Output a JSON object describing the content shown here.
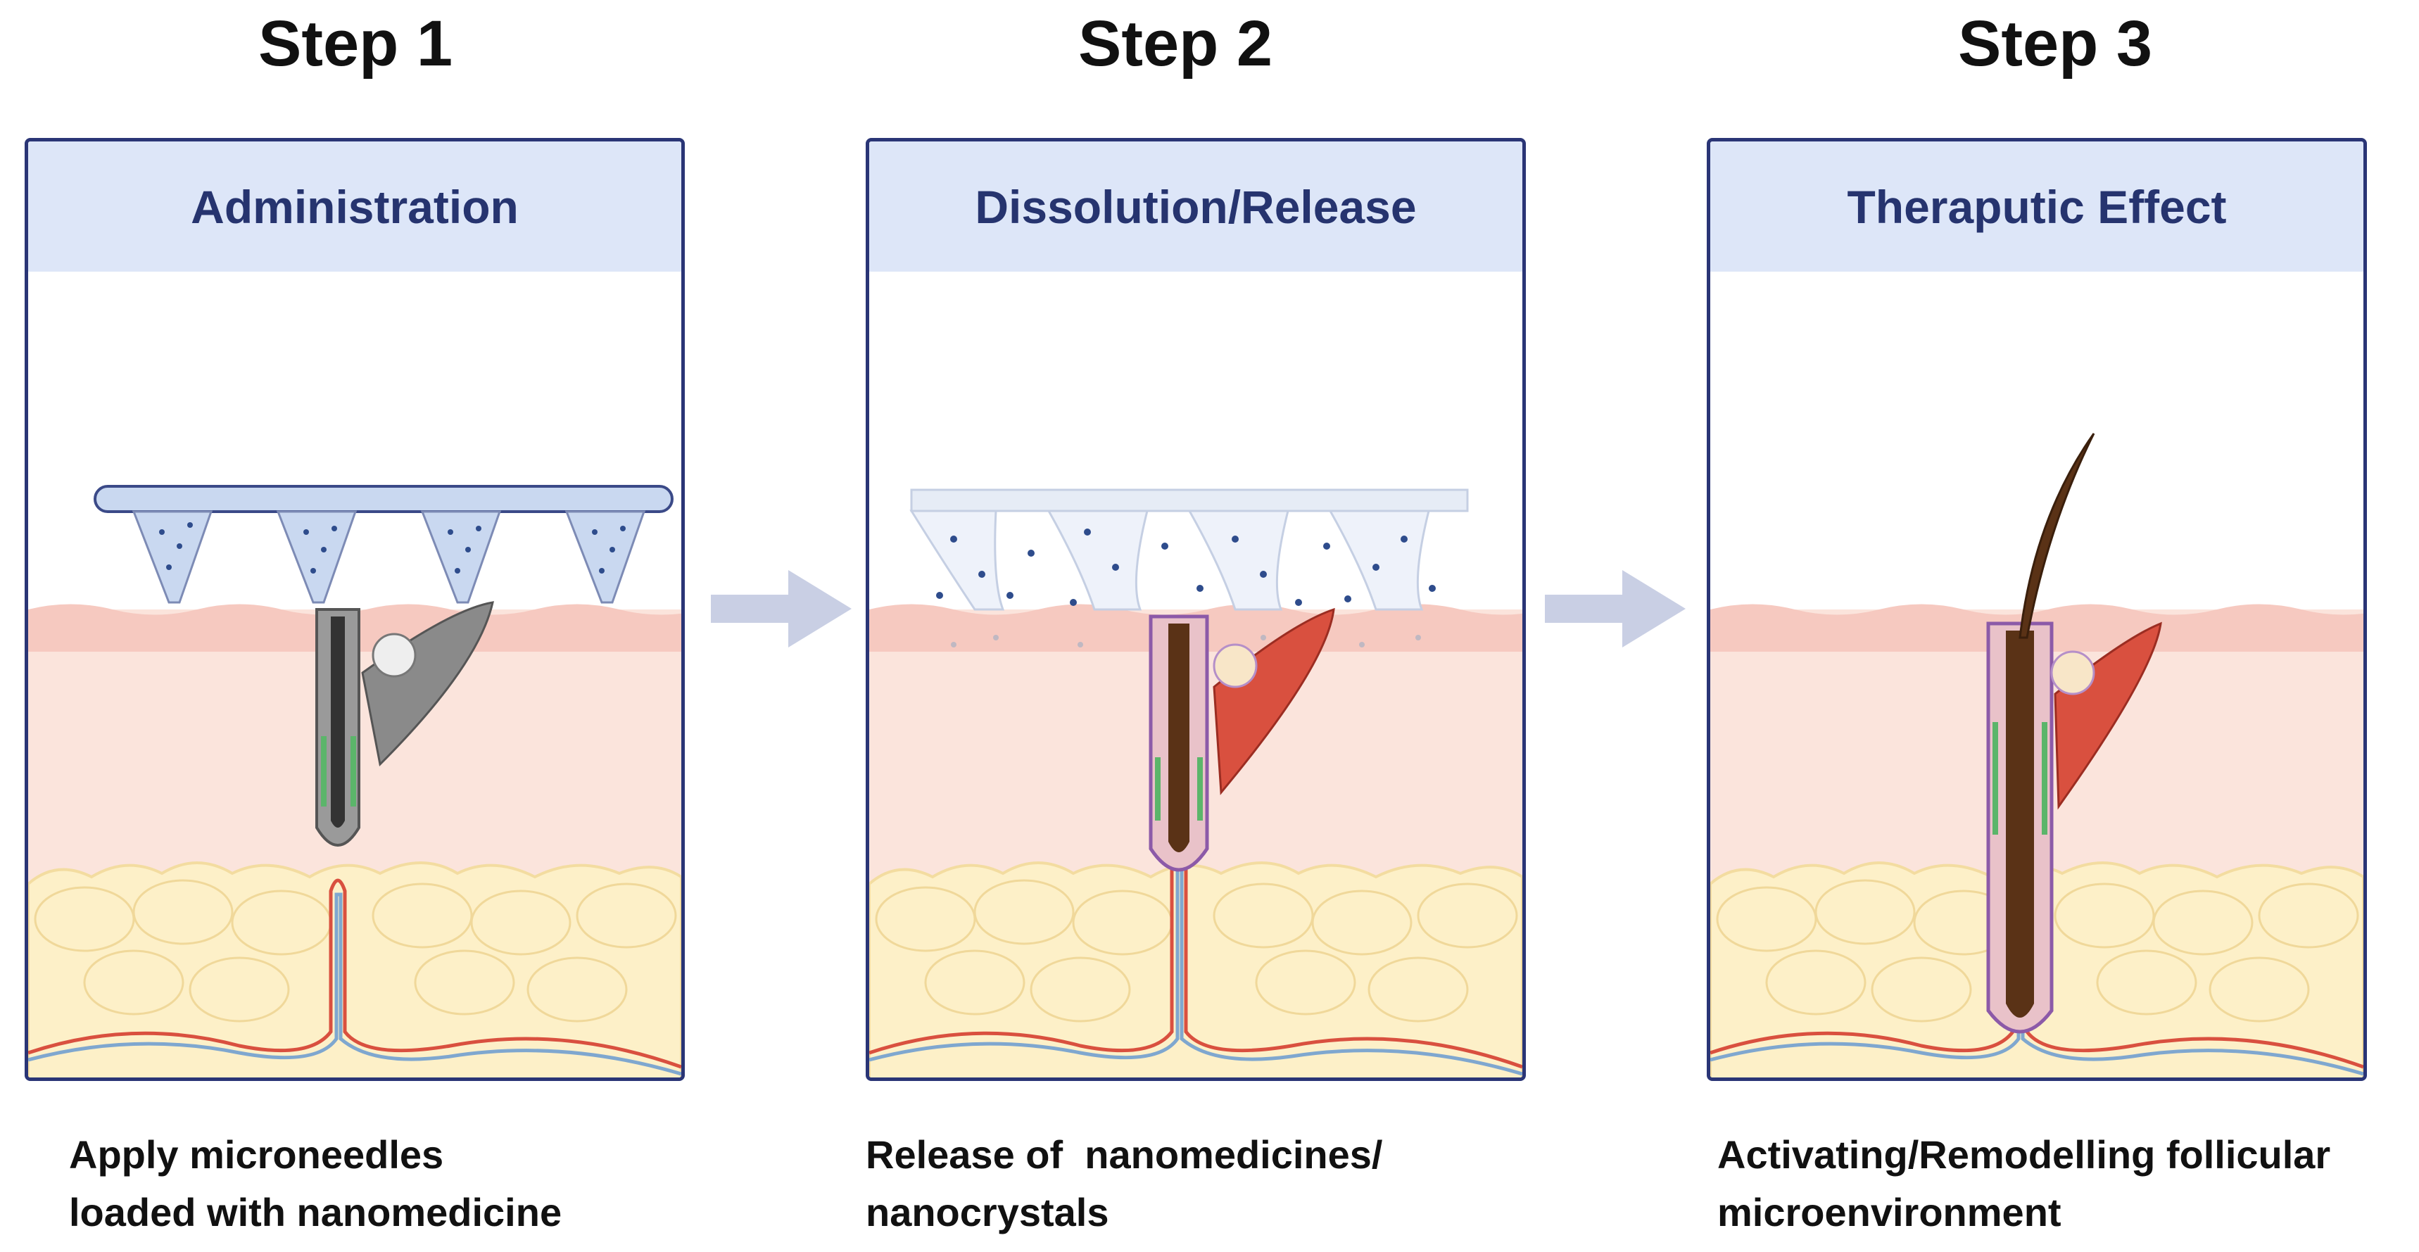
{
  "steps": [
    {
      "title": "Step 1",
      "header": "Administration",
      "caption_lines": [
        "Apply microneedles",
        "loaded with nanomedicine"
      ]
    },
    {
      "title": "Step 2",
      "header": "Dissolution/Release",
      "caption_lines": [
        "Release of  nanomedicines/",
        "nanocrystals"
      ]
    },
    {
      "title": "Step 3",
      "header": "Theraputic Effect",
      "caption_lines": [
        "Activating/Remodelling follicular",
        "microenvironment"
      ]
    }
  ],
  "colors": {
    "panel_border": "#2a3576",
    "header_bg": "#dde6f8",
    "header_text": "#26346f",
    "arrow": "#c9cfe4",
    "epidermis": "#f6c9c0",
    "dermis": "#fbe4dc",
    "fat": "#fdf0c8",
    "hypodermis": "#f6cccc",
    "hair": "#5a3216",
    "muscle": "#d9503f"
  }
}
